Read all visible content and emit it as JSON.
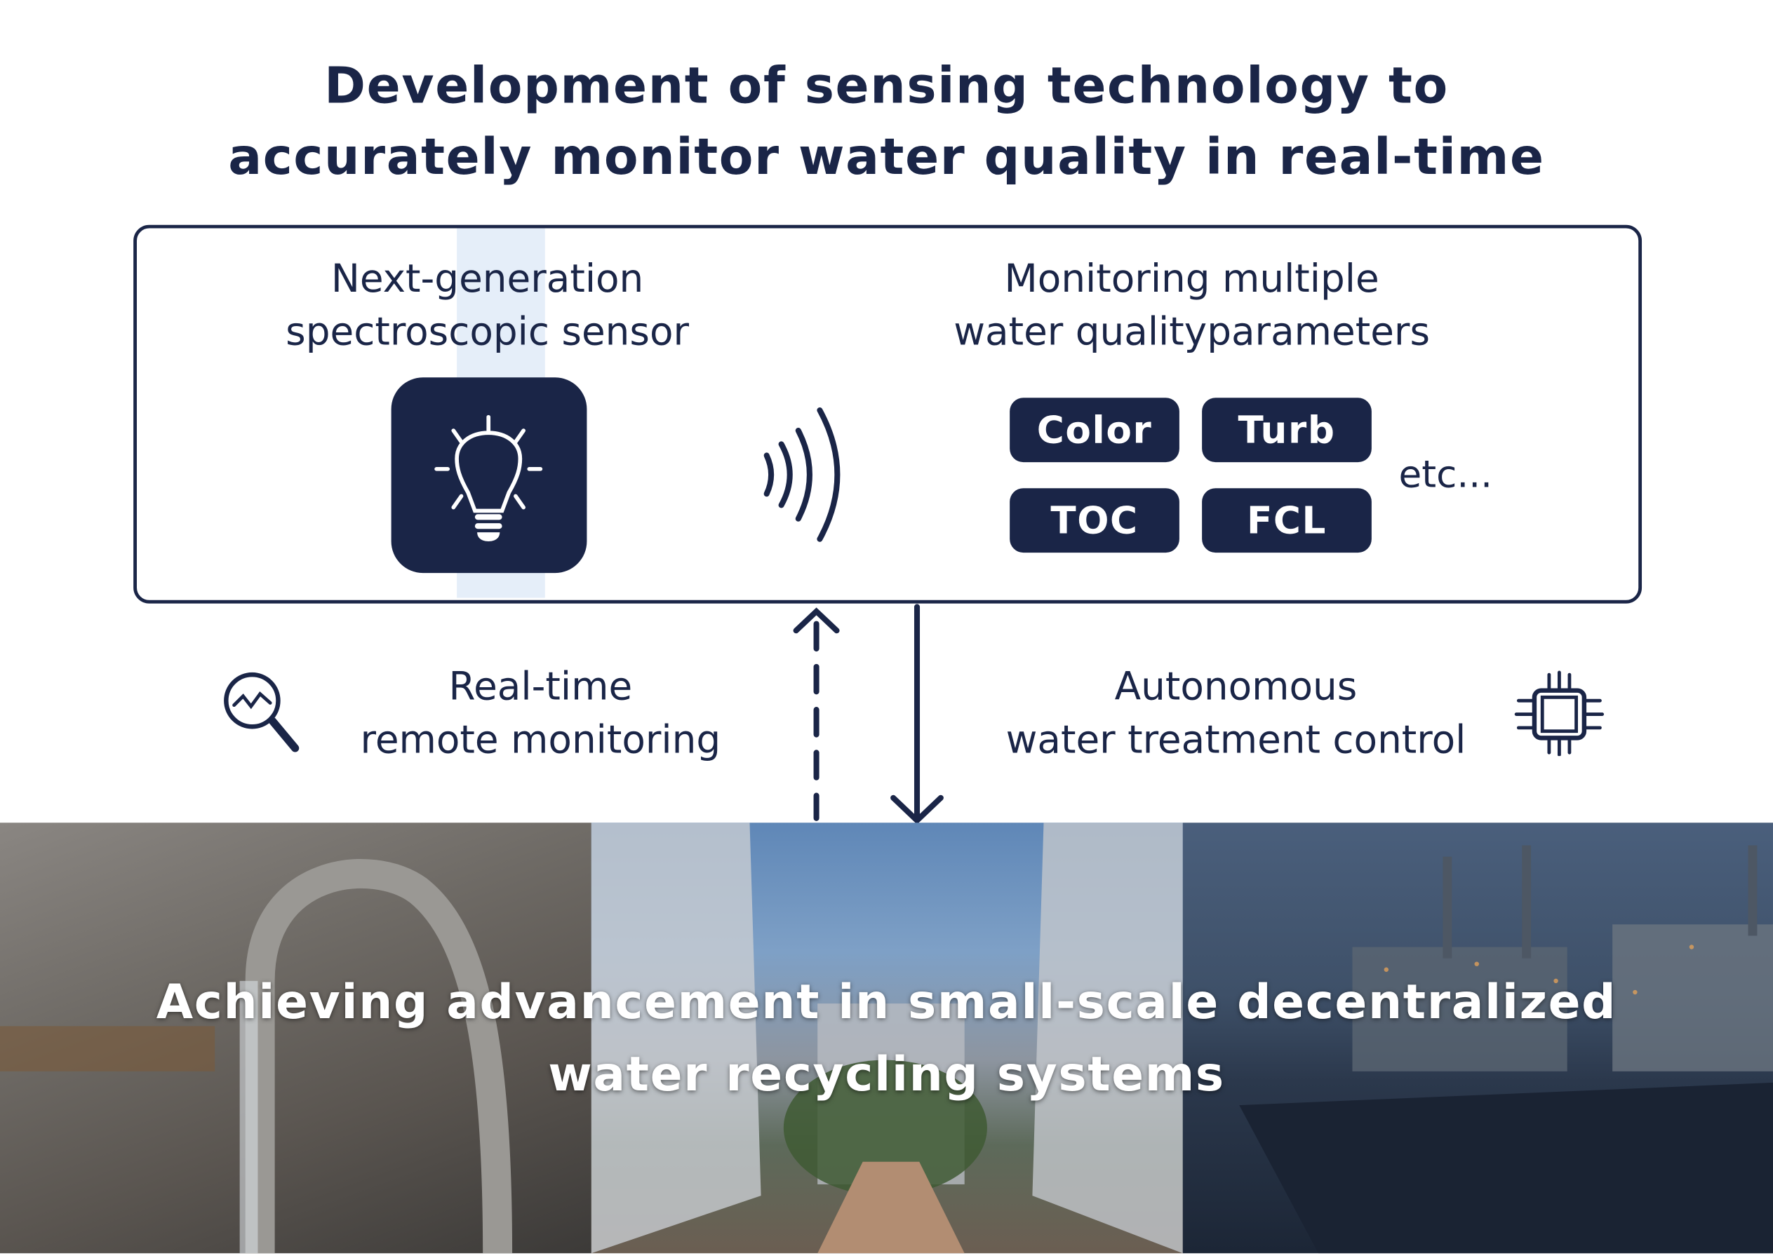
{
  "title": {
    "line1": "Development of sensing technology to",
    "line2": "accurately monitor water quality in real-time"
  },
  "sensor": {
    "line1": "Next-generation",
    "line2": "spectroscopic sensor",
    "icon": "lightbulb-icon"
  },
  "monitoring": {
    "line1": "Monitoring multiple",
    "line2": "water qualityparameters",
    "parameters": [
      "Color",
      "Turb",
      "TOC",
      "FCL"
    ],
    "etc": "etc..."
  },
  "remote": {
    "line1": "Real-time",
    "line2": "remote monitoring",
    "icon": "magnifier-chart-icon"
  },
  "control": {
    "line1": "Autonomous",
    "line2": "water treatment control",
    "icon": "chip-icon"
  },
  "banner": {
    "line1": "Achieving advancement in small-scale decentralized",
    "line2": "water recycling systems"
  },
  "colors": {
    "navy": "#1a2547",
    "stripe": "#e5eef9"
  }
}
